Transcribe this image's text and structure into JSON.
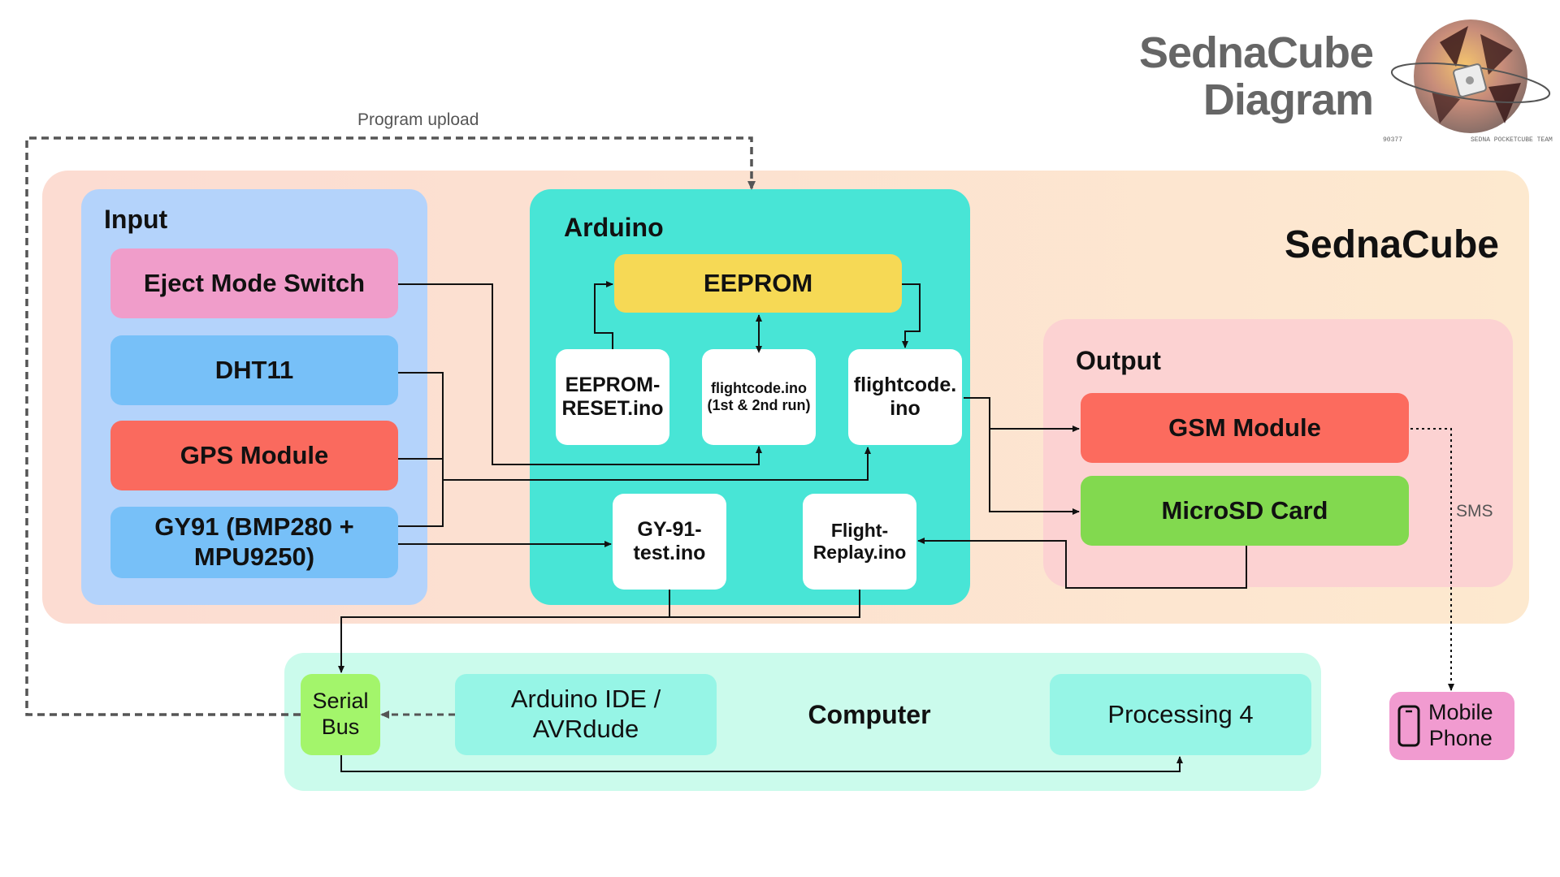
{
  "header": {
    "title_line1": "SednaCube",
    "title_line2": "Diagram",
    "logo": {
      "icon": "cubesat-mission-patch-logo",
      "caption_left": "90377",
      "caption_right": "SEDNA POCKETCUBE TEAM"
    }
  },
  "labels": {
    "program_upload": "Program upload",
    "sms": "SMS"
  },
  "sednacube": {
    "title": "SednaCube",
    "input": {
      "title": "Input",
      "items": [
        {
          "label": "Eject Mode Switch"
        },
        {
          "label": "DHT11"
        },
        {
          "label": "GPS Module"
        },
        {
          "label": "GY91 (BMP280 +\nMPU9250)"
        }
      ]
    },
    "arduino": {
      "title": "Arduino",
      "eeprom": "EEPROM",
      "eeprom_reset": "EEPROM-\nRESET.ino",
      "flightcode_first": "flightcode.ino\n(1st & 2nd run)",
      "flightcode": "flightcode.\nino",
      "gy91_test": "GY-91-\ntest.ino",
      "flight_replay": "Flight-\nReplay.ino"
    },
    "output": {
      "title": "Output",
      "gsm": "GSM Module",
      "microsd": "MicroSD Card"
    }
  },
  "computer": {
    "title": "Computer",
    "serial_bus": "Serial\nBus",
    "arduino_ide": "Arduino IDE /\nAVRdude",
    "processing": "Processing 4"
  },
  "mobile": {
    "label": "Mobile\nPhone",
    "icon": "phone-icon"
  },
  "colors": {
    "sednacube_bg": "#fde5cf",
    "input_bg": "#b4d3fb",
    "arduino_bg": "#48e5d6",
    "output_bg": "#fcd2d2",
    "computer_bg": "#cbfbec",
    "eject": "#f09dca",
    "sensor_blue": "#77c0f8",
    "gps": "#fa6a5e",
    "eeprom": "#f6d955",
    "gsm": "#fc6b5e",
    "microsd": "#82d94f",
    "serial_bus": "#a3f56b",
    "computer_node": "#96f5e6",
    "mobile": "#f19bd0"
  }
}
